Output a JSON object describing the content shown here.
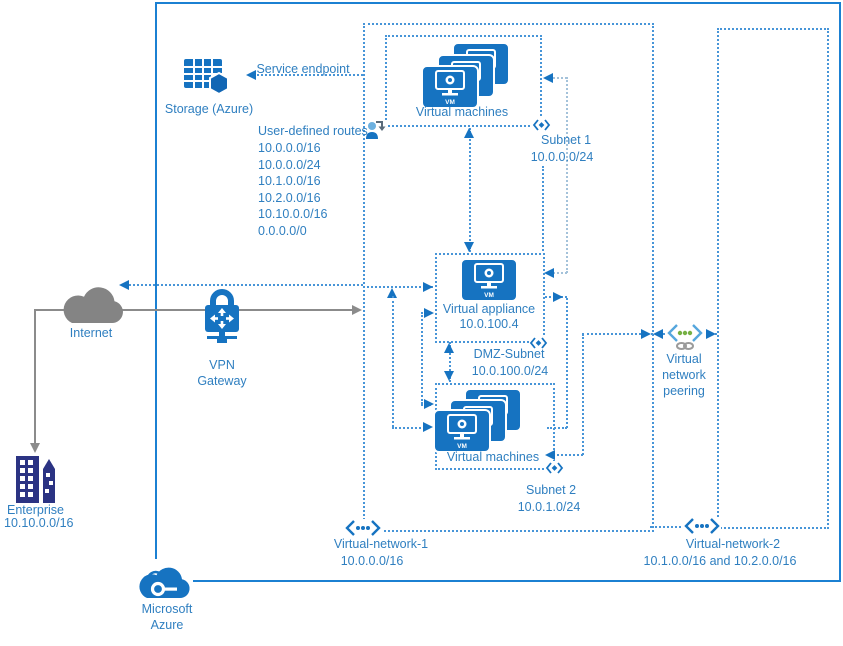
{
  "diagram": {
    "azure_brand": {
      "line1": "Microsoft",
      "line2": "Azure"
    },
    "internet": {
      "label": "Internet"
    },
    "enterprise": {
      "label": "Enterprise",
      "cidr": "10.10.0.0/16"
    },
    "vpn_gateway": {
      "line1": "VPN",
      "line2": "Gateway"
    },
    "storage": {
      "label": "Storage (Azure)"
    },
    "service_endpoint": {
      "label": "Service endpoint"
    },
    "udr": {
      "title": "User-defined routes",
      "routes": [
        "10.0.0.0/16",
        "10.0.0.0/24",
        "10.1.0.0/16",
        "10.2.0.0/16",
        "10.10.0.0/16",
        "0.0.0.0/0"
      ]
    },
    "subnet1": {
      "node_label": "Virtual machines",
      "name": "Subnet 1",
      "cidr": "10.0.0.0/24"
    },
    "dmz": {
      "node_label": "Virtual appliance",
      "node_ip": "10.0.100.4",
      "name": "DMZ-Subnet",
      "cidr": "10.0.100.0/24"
    },
    "subnet2": {
      "node_label": "Virtual machines",
      "name": "Subnet 2",
      "cidr": "10.0.1.0/24"
    },
    "vnet1": {
      "name": "Virtual-network-1",
      "cidr": "10.0.0.0/16"
    },
    "vnet2": {
      "name": "Virtual-network-2",
      "cidr": "10.1.0.0/16 and 10.2.0.0/16"
    },
    "peering": {
      "line1": "Virtual",
      "line2": "network",
      "line3": "peering"
    },
    "vm_badge": "VM",
    "colors": {
      "primary_blue": "#1673c1",
      "dotted_blue": "#4795d8",
      "light_dash": "#a4c2da",
      "text_blue": "#2f7fc0",
      "gray": "#8b8b8b",
      "enterprise_navy": "#2b3383",
      "peering_green": "#76b043"
    }
  }
}
